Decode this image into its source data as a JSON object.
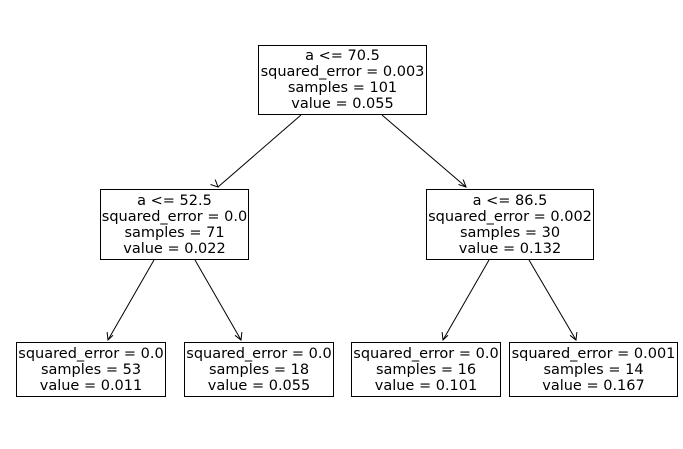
{
  "tree": {
    "nodes": [
      {
        "id": "node-0",
        "split": "a <= 70.5",
        "squared_error": "squared_error = 0.003",
        "samples": "samples = 101",
        "value": "value = 0.055"
      },
      {
        "id": "node-1",
        "split": "a <= 52.5",
        "squared_error": "squared_error = 0.0",
        "samples": "samples = 71",
        "value": "value = 0.022"
      },
      {
        "id": "node-2",
        "squared_error": "squared_error = 0.0",
        "samples": "samples = 53",
        "value": "value = 0.011"
      },
      {
        "id": "node-3",
        "squared_error": "squared_error = 0.0",
        "samples": "samples = 18",
        "value": "value = 0.055"
      },
      {
        "id": "node-4",
        "split": "a <= 86.5",
        "squared_error": "squared_error = 0.002",
        "samples": "samples = 30",
        "value": "value = 0.132"
      },
      {
        "id": "node-5",
        "squared_error": "squared_error = 0.0",
        "samples": "samples = 16",
        "value": "value = 0.101"
      },
      {
        "id": "node-6",
        "squared_error": "squared_error = 0.001",
        "samples": "samples = 14",
        "value": "value = 0.167"
      }
    ],
    "edges": [
      {
        "from": "node-0",
        "to": "node-1"
      },
      {
        "from": "node-0",
        "to": "node-4"
      },
      {
        "from": "node-1",
        "to": "node-2"
      },
      {
        "from": "node-1",
        "to": "node-3"
      },
      {
        "from": "node-4",
        "to": "node-5"
      },
      {
        "from": "node-4",
        "to": "node-6"
      }
    ],
    "colors": {
      "stroke": "#000000",
      "fill": "#ffffff",
      "text": "#000000"
    }
  }
}
